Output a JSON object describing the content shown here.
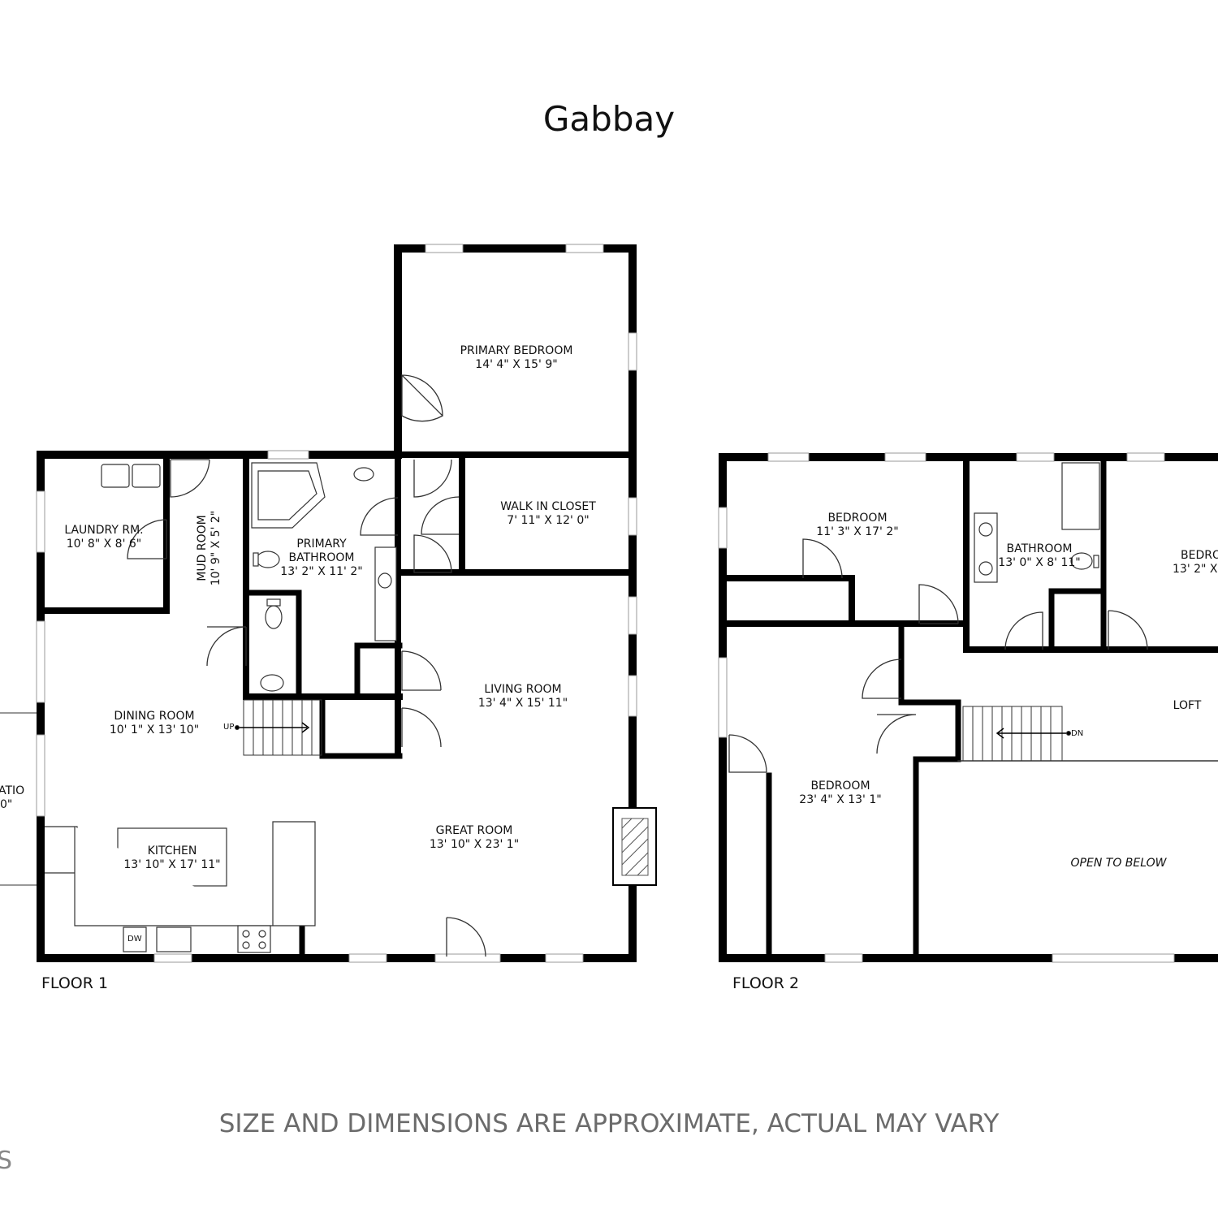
{
  "title": "Gabbay",
  "disclaimer": "SIZE AND DIMENSIONS ARE APPROXIMATE, ACTUAL MAY VARY",
  "floors": [
    {
      "label": "FLOOR 1",
      "rooms": [
        {
          "name": "PRIMARY BEDROOM",
          "dims": "14' 4\" X 15' 9\""
        },
        {
          "name": "WALK IN CLOSET",
          "dims": "7' 11\" X 12' 0\""
        },
        {
          "name": "LAUNDRY RM.",
          "dims": "10' 8\" X 8' 6\""
        },
        {
          "name": "MUD ROOM",
          "dims": "10' 9\" X 5' 2\""
        },
        {
          "name": "PRIMARY BATHROOM",
          "dims": "13' 2\" X 11' 2\""
        },
        {
          "name": "LIVING ROOM",
          "dims": "13' 4\" X 15' 11\""
        },
        {
          "name": "DINING ROOM",
          "dims": "10' 1\" X 13' 10\""
        },
        {
          "name": "KITCHEN",
          "dims": "13' 10\" X 17' 11\""
        },
        {
          "name": "GREAT ROOM",
          "dims": "13' 10\" X 23' 1\""
        },
        {
          "name": "ATIO",
          "dims": "0\""
        }
      ],
      "labels": {
        "stairs": "UP",
        "dishwasher": "DW"
      }
    },
    {
      "label": "FLOOR 2",
      "rooms": [
        {
          "name": "BEDROOM",
          "dims": "11' 3\" X 17' 2\""
        },
        {
          "name": "BATHROOM",
          "dims": "13' 0\" X 8' 11\""
        },
        {
          "name": "BEDRO",
          "dims": "13' 2\" X 1"
        },
        {
          "name": "LOFT",
          "dims": ""
        },
        {
          "name": "BEDROOM",
          "dims": "23' 4\" X 13' 1\""
        },
        {
          "name": "OPEN TO BELOW",
          "dims": ""
        }
      ],
      "labels": {
        "stairs": "DN"
      }
    }
  ],
  "corner_mark": "S"
}
